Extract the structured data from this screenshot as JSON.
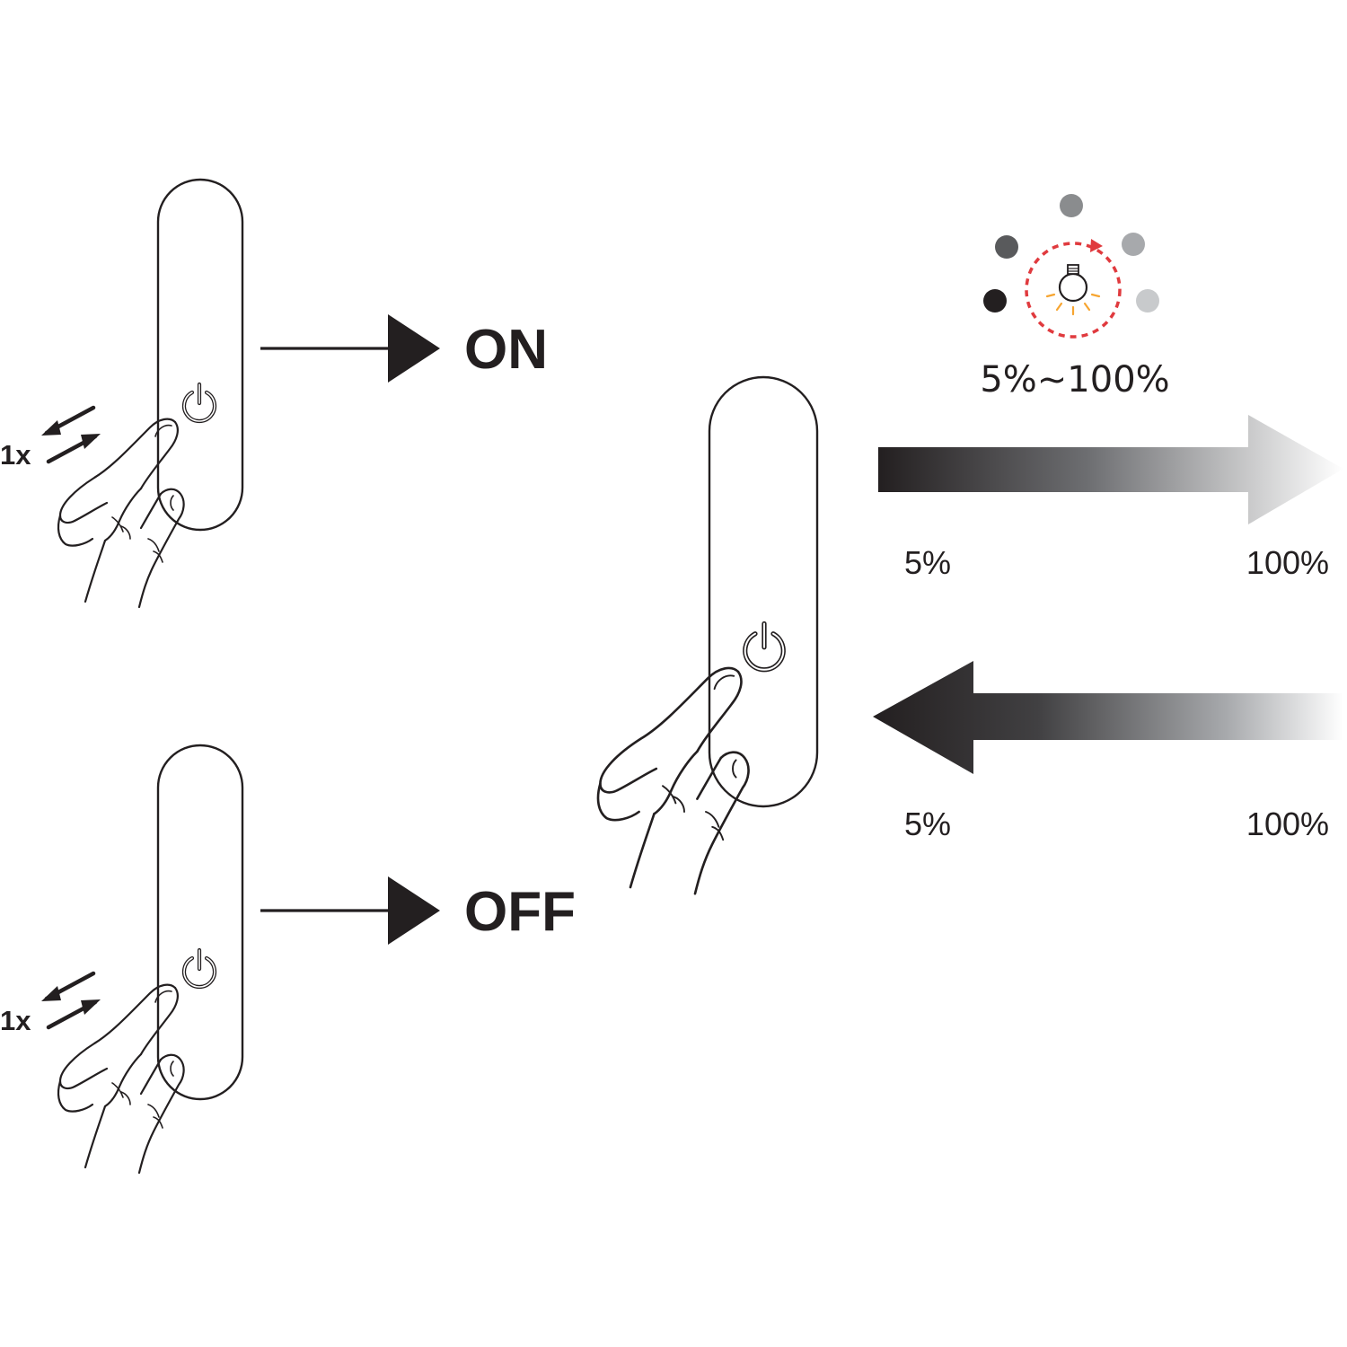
{
  "labels": {
    "on": "ON",
    "off": "OFF",
    "press_count_on": "1x",
    "press_count_off": "1x",
    "dim_range": "5%~100%",
    "up_start": "5%",
    "up_end": "100%",
    "down_start": "5%",
    "down_end": "100%"
  },
  "icons": {
    "power": "power-icon",
    "hand": "hand-pressing-icon",
    "bulb": "light-bulb-icon",
    "tap": "tap-arrows-icon"
  },
  "colors": {
    "ink": "#231f20",
    "dial_arrow": "#e03a3e",
    "bulb_rays": "#f7a531",
    "dial_dots": [
      "#231f20",
      "#595a5c",
      "#8a8c8e",
      "#a7a9ac",
      "#c8cacc"
    ],
    "gradient_dark": "#231f20",
    "gradient_light": "#ffffff"
  }
}
